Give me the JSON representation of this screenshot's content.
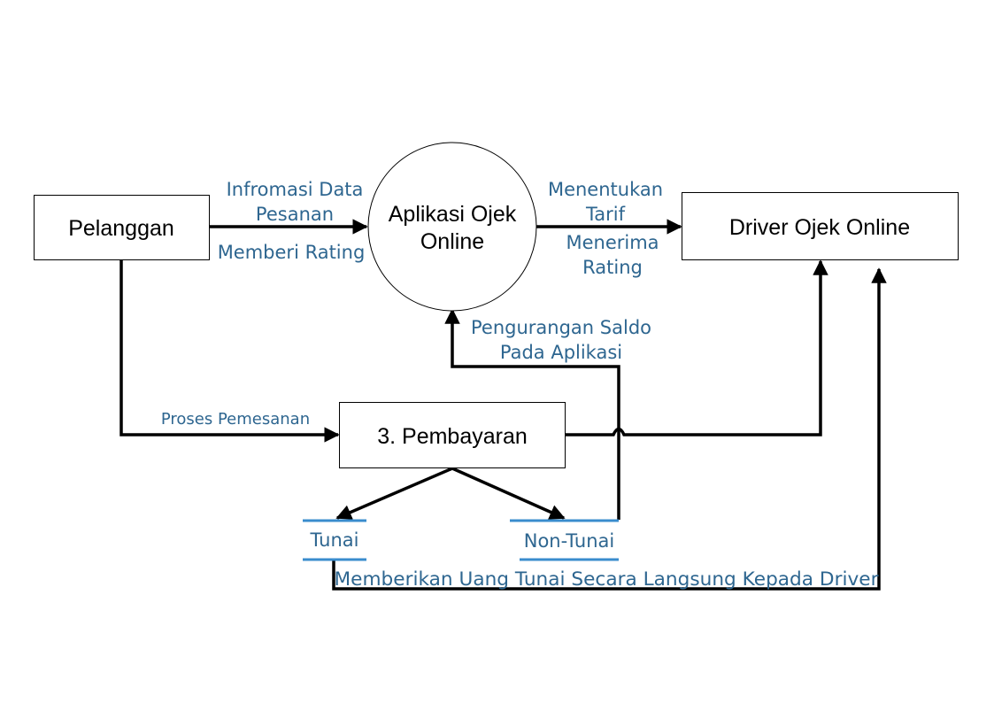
{
  "colors": {
    "label": "#2e6690",
    "store_line": "#3a8ccd",
    "line": "#000000"
  },
  "nodes": {
    "pelanggan": "Pelanggan",
    "aplikasi_line1": "Aplikasi Ojek",
    "aplikasi_line2": "Online",
    "driver": "Driver Ojek Online",
    "pembayaran": "3. Pembayaran"
  },
  "stores": {
    "tunai": "Tunai",
    "non_tunai": "Non-Tunai"
  },
  "flows": {
    "informasi_line1": "Infromasi Data",
    "informasi_line2": "Pesanan",
    "memberi_rating": "Memberi Rating",
    "menentukan_line1": "Menentukan",
    "menentukan_line2": "Tarif",
    "menerima_line1": "Menerima",
    "menerima_line2": "Rating",
    "pengurangan_line1": "Pengurangan Saldo",
    "pengurangan_line2": "Pada Aplikasi",
    "proses_pemesanan": "Proses Pemesanan",
    "memberikan_uang": "Memberikan Uang Tunai Secara Langsung Kepada Driver"
  }
}
